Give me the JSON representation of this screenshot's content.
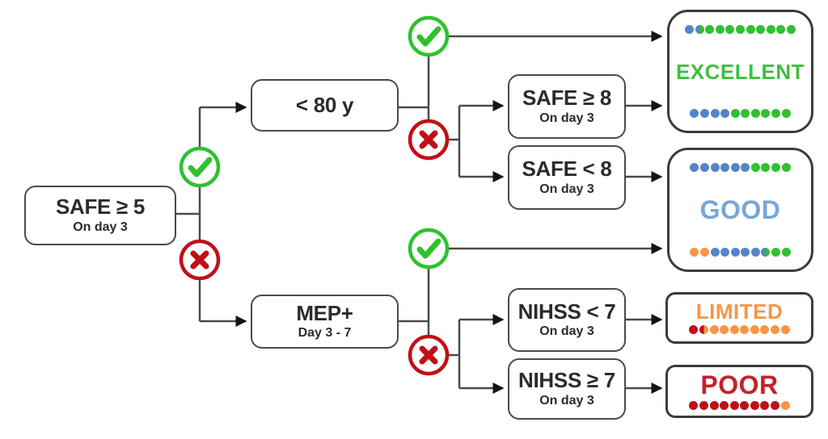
{
  "diagram": {
    "nodes": {
      "safe5": {
        "title": "SAFE ≥ 5",
        "subtitle": "On day 3"
      },
      "age": {
        "title": "< 80 y"
      },
      "mep": {
        "title": "MEP+",
        "subtitle": "Day 3 - 7"
      },
      "safe8": {
        "title": "SAFE ≥ 8",
        "subtitle": "On day 3"
      },
      "safelt8": {
        "title": "SAFE < 8",
        "subtitle": "On day 3"
      },
      "nihsslt7": {
        "title": "NIHSS < 7",
        "subtitle": "On day 3"
      },
      "nihssge7": {
        "title": "NIHSS ≥ 7",
        "subtitle": "On day 3"
      }
    },
    "outcomes": {
      "excellent": {
        "label": "EXCELLENT",
        "label_color": "#3fbf3f",
        "dot_rows": [
          [
            "blue",
            "blue/green",
            "green",
            "green",
            "green",
            "green",
            "green",
            "green",
            "green",
            "green",
            "green"
          ],
          [
            "blue",
            "blue",
            "blue",
            "blue",
            "green",
            "green",
            "green",
            "green",
            "green",
            "green"
          ]
        ]
      },
      "good": {
        "label": "GOOD",
        "label_color": "#78a5da",
        "dot_rows": [
          [
            "blue",
            "blue",
            "blue",
            "blue",
            "blue",
            "blue",
            "green",
            "green",
            "green",
            "green"
          ],
          [
            "orange",
            "orange",
            "blue",
            "blue",
            "blue",
            "blue",
            "blue",
            "blue/green",
            "green",
            "green"
          ]
        ]
      },
      "limited": {
        "label": "LIMITED",
        "label_color": "#f79646",
        "dot_rows": [
          [
            "red",
            "red/orange",
            "orange",
            "orange",
            "orange",
            "orange",
            "orange",
            "orange",
            "orange",
            "orange"
          ]
        ]
      },
      "poor": {
        "label": "POOR",
        "label_color": "#c1242b",
        "dot_rows": [
          [
            "red",
            "red",
            "red",
            "red",
            "red",
            "red",
            "red",
            "red",
            "red",
            "orange"
          ]
        ]
      }
    },
    "colors": {
      "green": "#2fc12f",
      "blue": "#5585c8",
      "orange": "#f79646",
      "red": "#bd1118",
      "line": "#4a4a4a",
      "arrow": "#141414",
      "check_green": "#2dc22d",
      "cross_red": "#c01018"
    },
    "icons": {
      "yes_icon": "green-check-circle",
      "no_icon": "red-cross-circle"
    }
  }
}
